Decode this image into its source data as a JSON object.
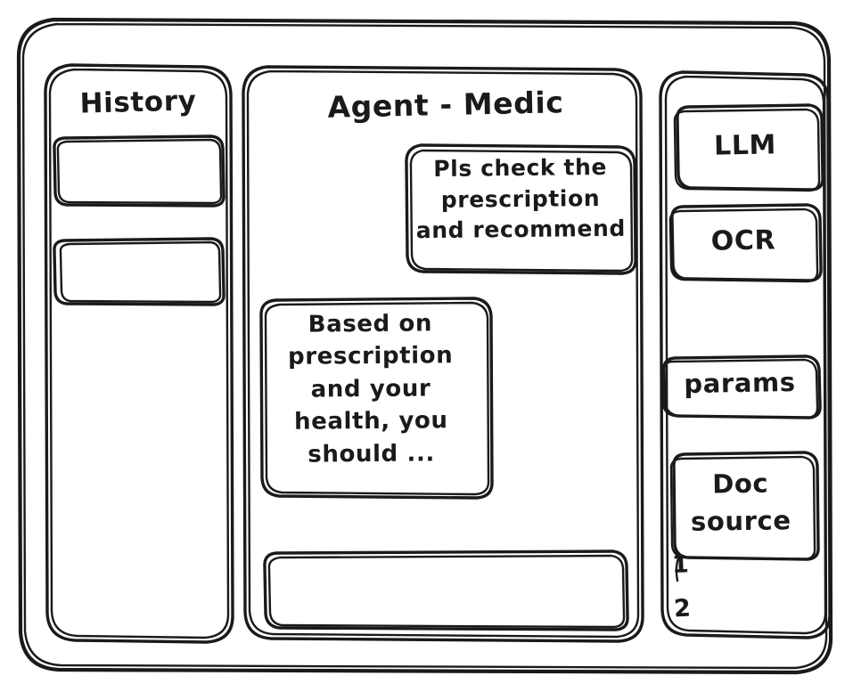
{
  "window": {
    "style": "hand-drawn-wireframe",
    "ink_color": "#1a1a1a",
    "background_color": "#ffffff"
  },
  "sidebar_history": {
    "title": "History",
    "items": [
      {
        "name": "history-entry-1",
        "label": ""
      },
      {
        "name": "history-entry-2",
        "label": ""
      }
    ]
  },
  "main": {
    "title": "Agent - Medic",
    "messages": [
      {
        "role": "user",
        "align": "right",
        "text": "Pls check the\nprescription\nand recommend"
      },
      {
        "role": "agent",
        "align": "left",
        "text": "Based on\nprescription\nand your\nhealth, you\nshould ..."
      }
    ],
    "composer": {
      "value": "",
      "placeholder": ""
    }
  },
  "sidebar_tools": {
    "items": [
      {
        "name": "llm",
        "label": "LLM"
      },
      {
        "name": "ocr",
        "label": "OCR"
      },
      {
        "name": "params",
        "label": "params"
      },
      {
        "name": "doc-source",
        "label": "Doc\nsource"
      }
    ],
    "doc_source_list": [
      "1",
      "2"
    ]
  }
}
